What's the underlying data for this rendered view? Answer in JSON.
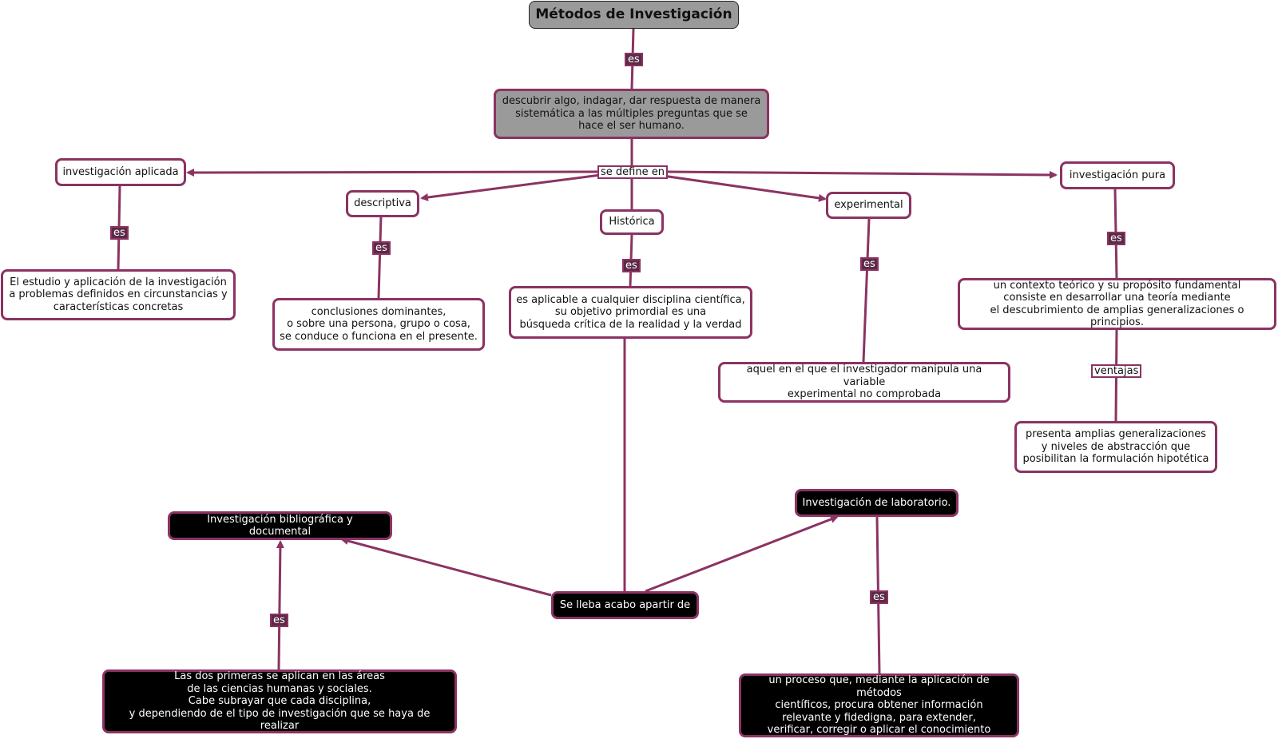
{
  "title": "Métodos de Investigación",
  "definition": "descubrir algo, indagar, dar respuesta de manera\nsistemática a las múltiples preguntas que se\nhace el ser humano.",
  "types": {
    "aplicada": "investigación aplicada",
    "descriptiva": "descriptiva",
    "historica": "Histórica",
    "experimental": "experimental",
    "pura": "investigación pura"
  },
  "descriptions": {
    "aplicada": "El estudio y aplicación de la investigación\na problemas definidos en circunstancias y\ncaracterísticas concretas",
    "descriptiva": "conclusiones dominantes,\no sobre una persona, grupo o cosa,\nse conduce o funciona en el presente.",
    "historica": "es aplicable a cualquier disciplina científica,\nsu objetivo primordial es una\nbúsqueda crítica de la realidad y la verdad",
    "experimental": "aquel en el que el investigador manipula una variable\nexperimental no comprobada",
    "pura": "un contexto teórico y su propósito fundamental\nconsiste en desarrollar una teoría mediante\nel descubrimiento de amplias generalizaciones o principios.",
    "pura_ventajas": "presenta amplias generalizaciones\ny niveles de abstracción que\nposibilitan la formulación hipotética"
  },
  "bottom": {
    "se_lleba": "Se lleba acabo apartir de",
    "bibliografica": "Investigación bibliográfica y documental",
    "laboratorio": "Investigación de laboratorio.",
    "bibliografica_desc": "Las dos primeras se aplican en las áreas\nde las ciencias humanas y sociales.\nCabe subrayar que cada disciplina,\ny dependiendo de el tipo de investigación que se haya de realizar",
    "laboratorio_desc": "un proceso que, mediante la aplicación de métodos\ncientíficos, procura obtener información\nrelevante y fidedigna, para extender,\nverificar, corregir o aplicar el conocimiento"
  },
  "links": {
    "es": "es",
    "se_define_en": "se define en",
    "ventajas": "ventajas"
  },
  "colors": {
    "connector": "#8b3362",
    "gray_node": "#9a9a9a",
    "dark_node": "#000000"
  }
}
